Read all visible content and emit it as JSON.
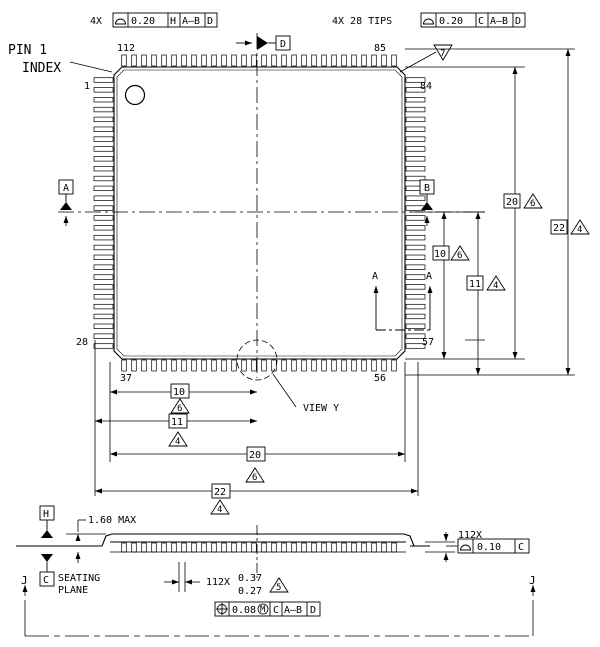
{
  "drawing": {
    "pin_count": 112,
    "pins_per_side": 28,
    "pin1_label": "PIN 1",
    "index_label": "INDEX",
    "pin_numbers": {
      "p1": "1",
      "p28": "28",
      "p37": "37",
      "p56": "56",
      "p57": "57",
      "p84": "84",
      "p85": "85",
      "p112": "112"
    },
    "top_left_fcf": {
      "prefix": "4X",
      "cells": [
        "0.20",
        "H",
        "A–B",
        "D"
      ]
    },
    "top_right_fcf": {
      "prefix": "4X 28 TIPS",
      "cells": [
        "0.20",
        "C",
        "A–B",
        "D"
      ]
    },
    "datum_labels": {
      "a": "A",
      "b": "B",
      "c": "C",
      "d": "D",
      "h": "H"
    },
    "section_labels": {
      "left": "A",
      "right": "A"
    },
    "note_flag_7": "7",
    "dimensions": {
      "d10_right": {
        "value": "10",
        "note": "6"
      },
      "d11_right": {
        "value": "11",
        "note": "4"
      },
      "d20_right": {
        "value": "20",
        "note": "6"
      },
      "d22_right": {
        "value": "22",
        "note": "4"
      },
      "d10_bottom": {
        "value": "10",
        "note": "6"
      },
      "d11_bottom": {
        "value": "11",
        "note": "4"
      },
      "d20_bottom": {
        "value": "20",
        "note": "6"
      },
      "d22_bottom": {
        "value": "22",
        "note": "4"
      }
    },
    "view_y_label": "VIEW Y",
    "max_height_label": "1.60 MAX",
    "seating_plane_line1": "SEATING",
    "seating_plane_line2": "PLANE",
    "lead_width": {
      "prefix": "112X",
      "upper": "0.37",
      "lower": "0.27",
      "note": "5"
    },
    "coplanarity": {
      "prefix": "112X",
      "value": "0.10",
      "datum": "C"
    },
    "position_fcf": {
      "value": "0.08",
      "modifier": "M",
      "cells": [
        "C",
        "A–B",
        "D"
      ]
    },
    "j_label": "J"
  }
}
